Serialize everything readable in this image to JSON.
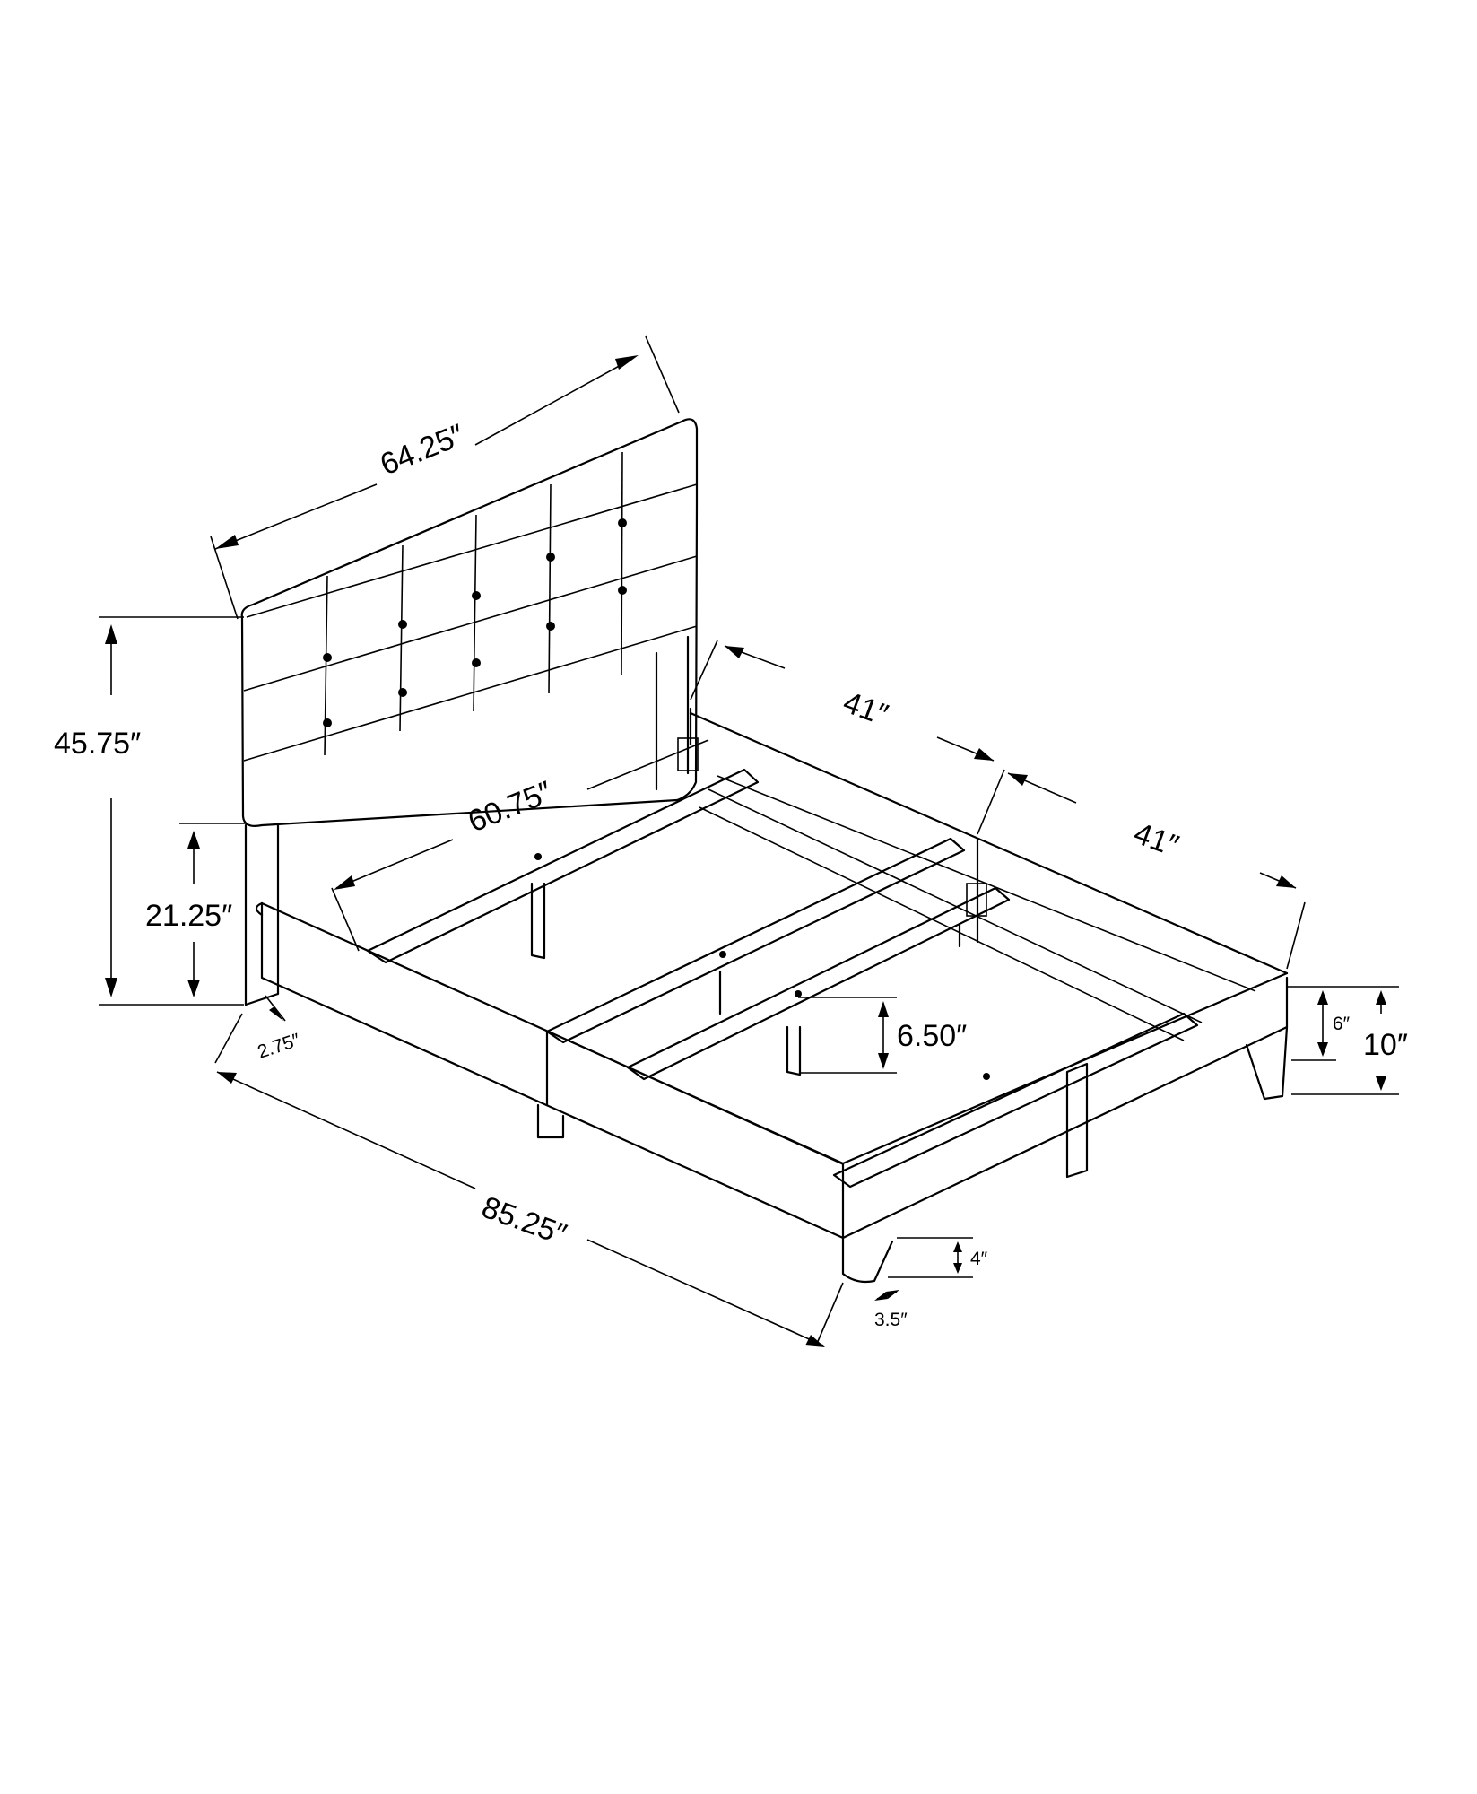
{
  "dimensions": {
    "headboard_width": "64.25″",
    "headboard_height": "45.75″",
    "inner_width": "60.75″",
    "rail_height_from_floor": "21.25″",
    "post_width": "2.75″",
    "side_rail_front": "41″",
    "side_rail_back": "41″",
    "total_length": "85.25″",
    "center_leg_height": "6.50″",
    "footboard_height": "6″",
    "total_footboard_height": "10″",
    "leg_height": "4″",
    "leg_width": "3.5″"
  }
}
